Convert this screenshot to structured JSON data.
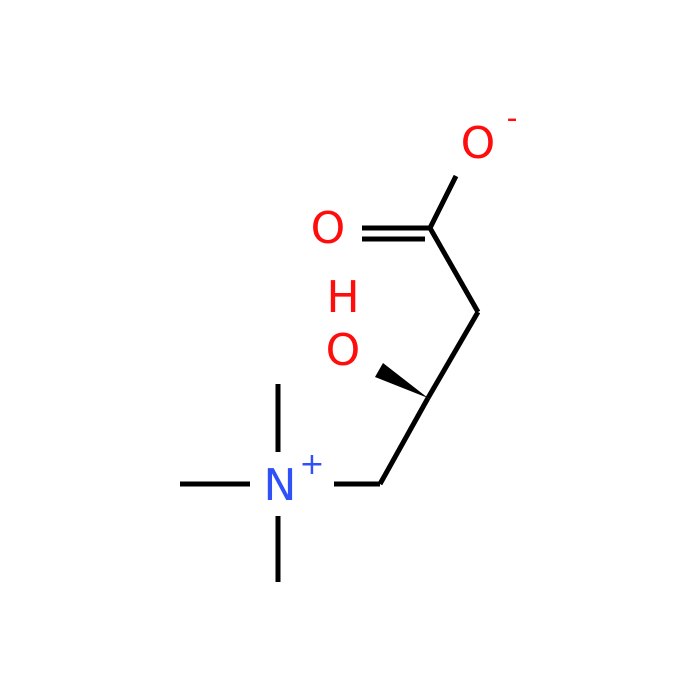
{
  "molecule": {
    "atoms": {
      "o_minus": {
        "symbol": "O",
        "charge": "-",
        "color": "#ff0d0d"
      },
      "o_carbonyl": {
        "symbol": "O",
        "color": "#ff0d0d"
      },
      "hydroxyl": {
        "h_symbol": "H",
        "o_symbol": "O",
        "color": "#ff0d0d"
      },
      "nitrogen": {
        "symbol": "N",
        "charge": "+",
        "color": "#3050f8"
      }
    },
    "bond_color": "#000000"
  }
}
